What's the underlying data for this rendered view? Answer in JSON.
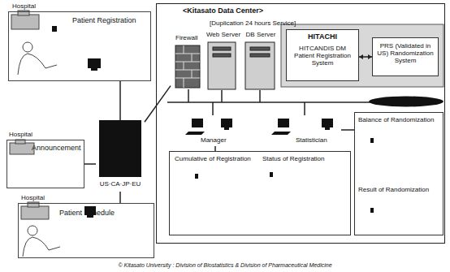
{
  "diagram": {
    "caption": "© Kitasato University : Division of Biostatistics & Division of Pharmaceutical Medicine",
    "nodes": [
      {
        "text": [
          "Hospital",
          "Patient Registration"
        ]
      },
      {
        "text": [
          "Hospital",
          "Announcement"
        ]
      },
      {
        "text": [
          "Hospital",
          "Patient Schedule"
        ]
      },
      {
        "text": [
          "US·CA·JP·EU"
        ]
      },
      {
        "text": [
          "<Kitasato Data Center>"
        ]
      },
      {
        "text": [
          "Firewall"
        ],
        "in": 4
      },
      {
        "text": [
          "Web Server"
        ],
        "in": 4
      },
      {
        "text": [
          "DB Server"
        ],
        "in": 4
      },
      {
        "text": [
          "HITACHI",
          "HITCANDIS DM Patient Registration System"
        ],
        "in": 4
      },
      {
        "text": [
          "PRS (Validated in US) Randomization System"
        ],
        "in": 4
      },
      {
        "text": [
          "Manager"
        ],
        "in": 4
      },
      {
        "text": [
          "Statistician"
        ],
        "in": 4
      },
      {
        "text": [
          "Cumulative of Registration",
          "Status of Registration"
        ],
        "in": 4
      },
      {
        "text": [
          "Balance of Randomization",
          "Result of Randomization"
        ],
        "in": 4
      }
    ],
    "edges": [
      {
        "from": 0,
        "to": 3,
        "arrow": "none"
      },
      {
        "from": 1,
        "to": 3,
        "arrow": "none"
      },
      {
        "from": 2,
        "to": 3,
        "arrow": "none"
      },
      {
        "from": 3,
        "to": 5,
        "arrow": "none"
      },
      {
        "from": 8,
        "to": 9,
        "arrow": "both"
      },
      {
        "from": 10,
        "to": 12,
        "arrow": "none"
      },
      {
        "from": 11,
        "to": 13,
        "arrow": "none"
      }
    ],
    "labels": [
      "[Duplication 24 hours Service]"
    ]
  }
}
